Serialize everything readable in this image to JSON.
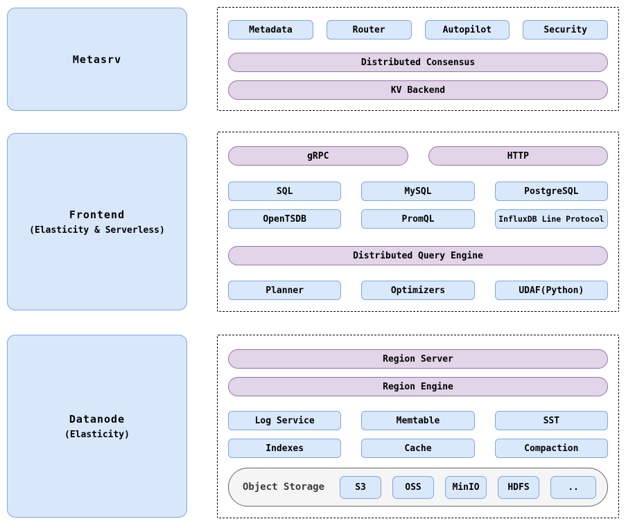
{
  "metasrv": {
    "title": "Metasrv",
    "components": [
      "Metadata",
      "Router",
      "Autopilot",
      "Security"
    ],
    "consensus": "Distributed Consensus",
    "kv_backend": "KV Backend"
  },
  "frontend": {
    "title": "Frontend",
    "subtitle": "(Elasticity & Serverless)",
    "protocols": [
      "gRPC",
      "HTTP"
    ],
    "query_languages": [
      "SQL",
      "MySQL",
      "PostgreSQL"
    ],
    "ingest_protocols": [
      "OpenTSDB",
      "PromQL",
      "InfluxDB Line Protocol"
    ],
    "engine": "Distributed Query Engine",
    "engine_components": [
      "Planner",
      "Optimizers",
      "UDAF(Python)"
    ]
  },
  "datanode": {
    "title": "Datanode",
    "subtitle": "(Elasticity)",
    "region_server": "Region Server",
    "region_engine": "Region Engine",
    "storage_components": [
      "Log Service",
      "Memtable",
      "SST"
    ],
    "maintenance_components": [
      "Indexes",
      "Cache",
      "Compaction"
    ],
    "object_storage": {
      "label": "Object Storage",
      "backends": [
        "S3",
        "OSS",
        "MinIO",
        "HDFS",
        ".."
      ]
    }
  },
  "colors": {
    "box_blue_fill": "#dae8fc",
    "box_blue_border": "#7ea6e0",
    "pill_purple_fill": "#e1d5e7",
    "pill_purple_border": "#9673a6",
    "object_storage_fill": "#f5f5f5",
    "object_storage_border": "#666666",
    "dashed_border": "#000000"
  }
}
